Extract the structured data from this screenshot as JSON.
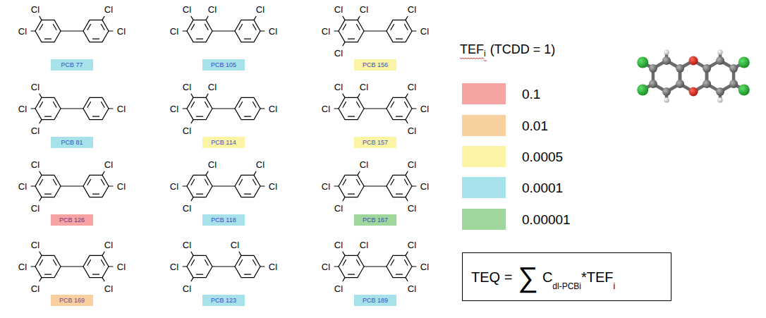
{
  "diagram": {
    "nodes": [
      {
        "text": [
          "PCB 77"
        ]
      },
      {
        "text": [
          "PCB 105"
        ]
      },
      {
        "text": [
          "PCB 156"
        ]
      },
      {
        "text": [
          "PCB 81"
        ]
      },
      {
        "text": [
          "PCB 114"
        ]
      },
      {
        "text": [
          "PCB 157"
        ]
      },
      {
        "text": [
          "PCB 126"
        ]
      },
      {
        "text": [
          "PCB 118"
        ]
      },
      {
        "text": [
          "PCB 167"
        ]
      },
      {
        "text": [
          "PCB 169"
        ]
      },
      {
        "text": [
          "PCB 123"
        ]
      },
      {
        "text": [
          "PCB 189"
        ]
      },
      {
        "text": [
          "TEQ =",
          "∑",
          "C",
          "dl-PCBi",
          "*TEF",
          "i"
        ]
      }
    ],
    "labels": [
      "Cl",
      "Cl",
      "Cl",
      "Cl",
      "Cl",
      "Cl",
      "Cl",
      "Cl",
      "Cl",
      "Cl",
      "Cl",
      "Cl",
      "Cl",
      "Cl",
      "Cl",
      "Cl",
      "Cl",
      "Cl",
      "Cl",
      "Cl",
      "Cl",
      "Cl",
      "Cl",
      "Cl",
      "Cl",
      "Cl",
      "Cl",
      "Cl",
      "Cl",
      "Cl",
      "Cl",
      "Cl",
      "Cl",
      "Cl",
      "Cl",
      "Cl",
      "Cl",
      "Cl",
      "Cl",
      "Cl",
      "Cl",
      "Cl",
      "Cl",
      "Cl",
      "Cl",
      "Cl",
      "Cl",
      "Cl",
      "Cl",
      "Cl",
      "Cl",
      "Cl",
      "Cl",
      "Cl",
      "Cl",
      "Cl",
      "Cl",
      "Cl",
      "Cl",
      "Cl",
      "Cl",
      "Cl",
      "Cl",
      "Cl",
      "TEF",
      "i",
      "(TCDD = 1)"
    ],
    "legend": [
      {
        "text": "0.1",
        "color": "#f5a3a3"
      },
      {
        "text": "0.01",
        "color": "#f8cf9f"
      },
      {
        "text": "0.0005",
        "color": "#fbf4a4"
      },
      {
        "text": "0.0001",
        "color": "#a7e2ea"
      },
      {
        "text": "0.00001",
        "color": "#9fd69c"
      }
    ]
  }
}
